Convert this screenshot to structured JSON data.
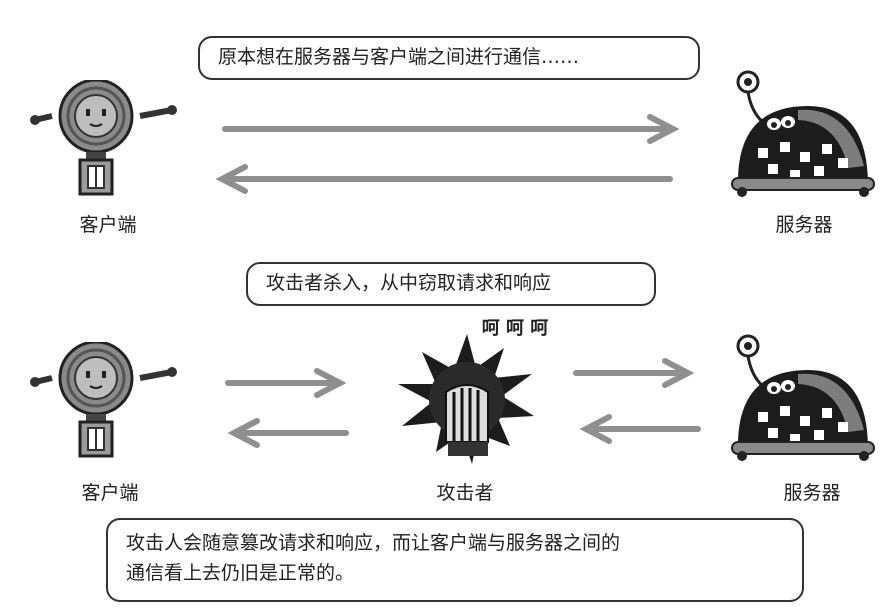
{
  "top": {
    "caption": "原本想在服务器与客户端之间进行通信……",
    "client_label": "客户端",
    "server_label": "服务器"
  },
  "middle": {
    "caption": "攻击者杀入，从中窃取请求和响应",
    "laugh": "呵 呵 呵",
    "client_label": "客户端",
    "attacker_label": "攻击者",
    "server_label": "服务器"
  },
  "bottom": {
    "caption_line1": "攻击人会随意篡改请求和响应，而让客户端与服务器之间的",
    "caption_line2": "通信看上去仍旧是正常的。"
  },
  "icons": [
    "client-robot-icon",
    "server-robot-icon",
    "attacker-icon",
    "arrow-icon"
  ],
  "colors": {
    "arrow": "#8f8f8f",
    "figure_dark": "#1c1c1c",
    "figure_gray": "#7d7d7d"
  }
}
